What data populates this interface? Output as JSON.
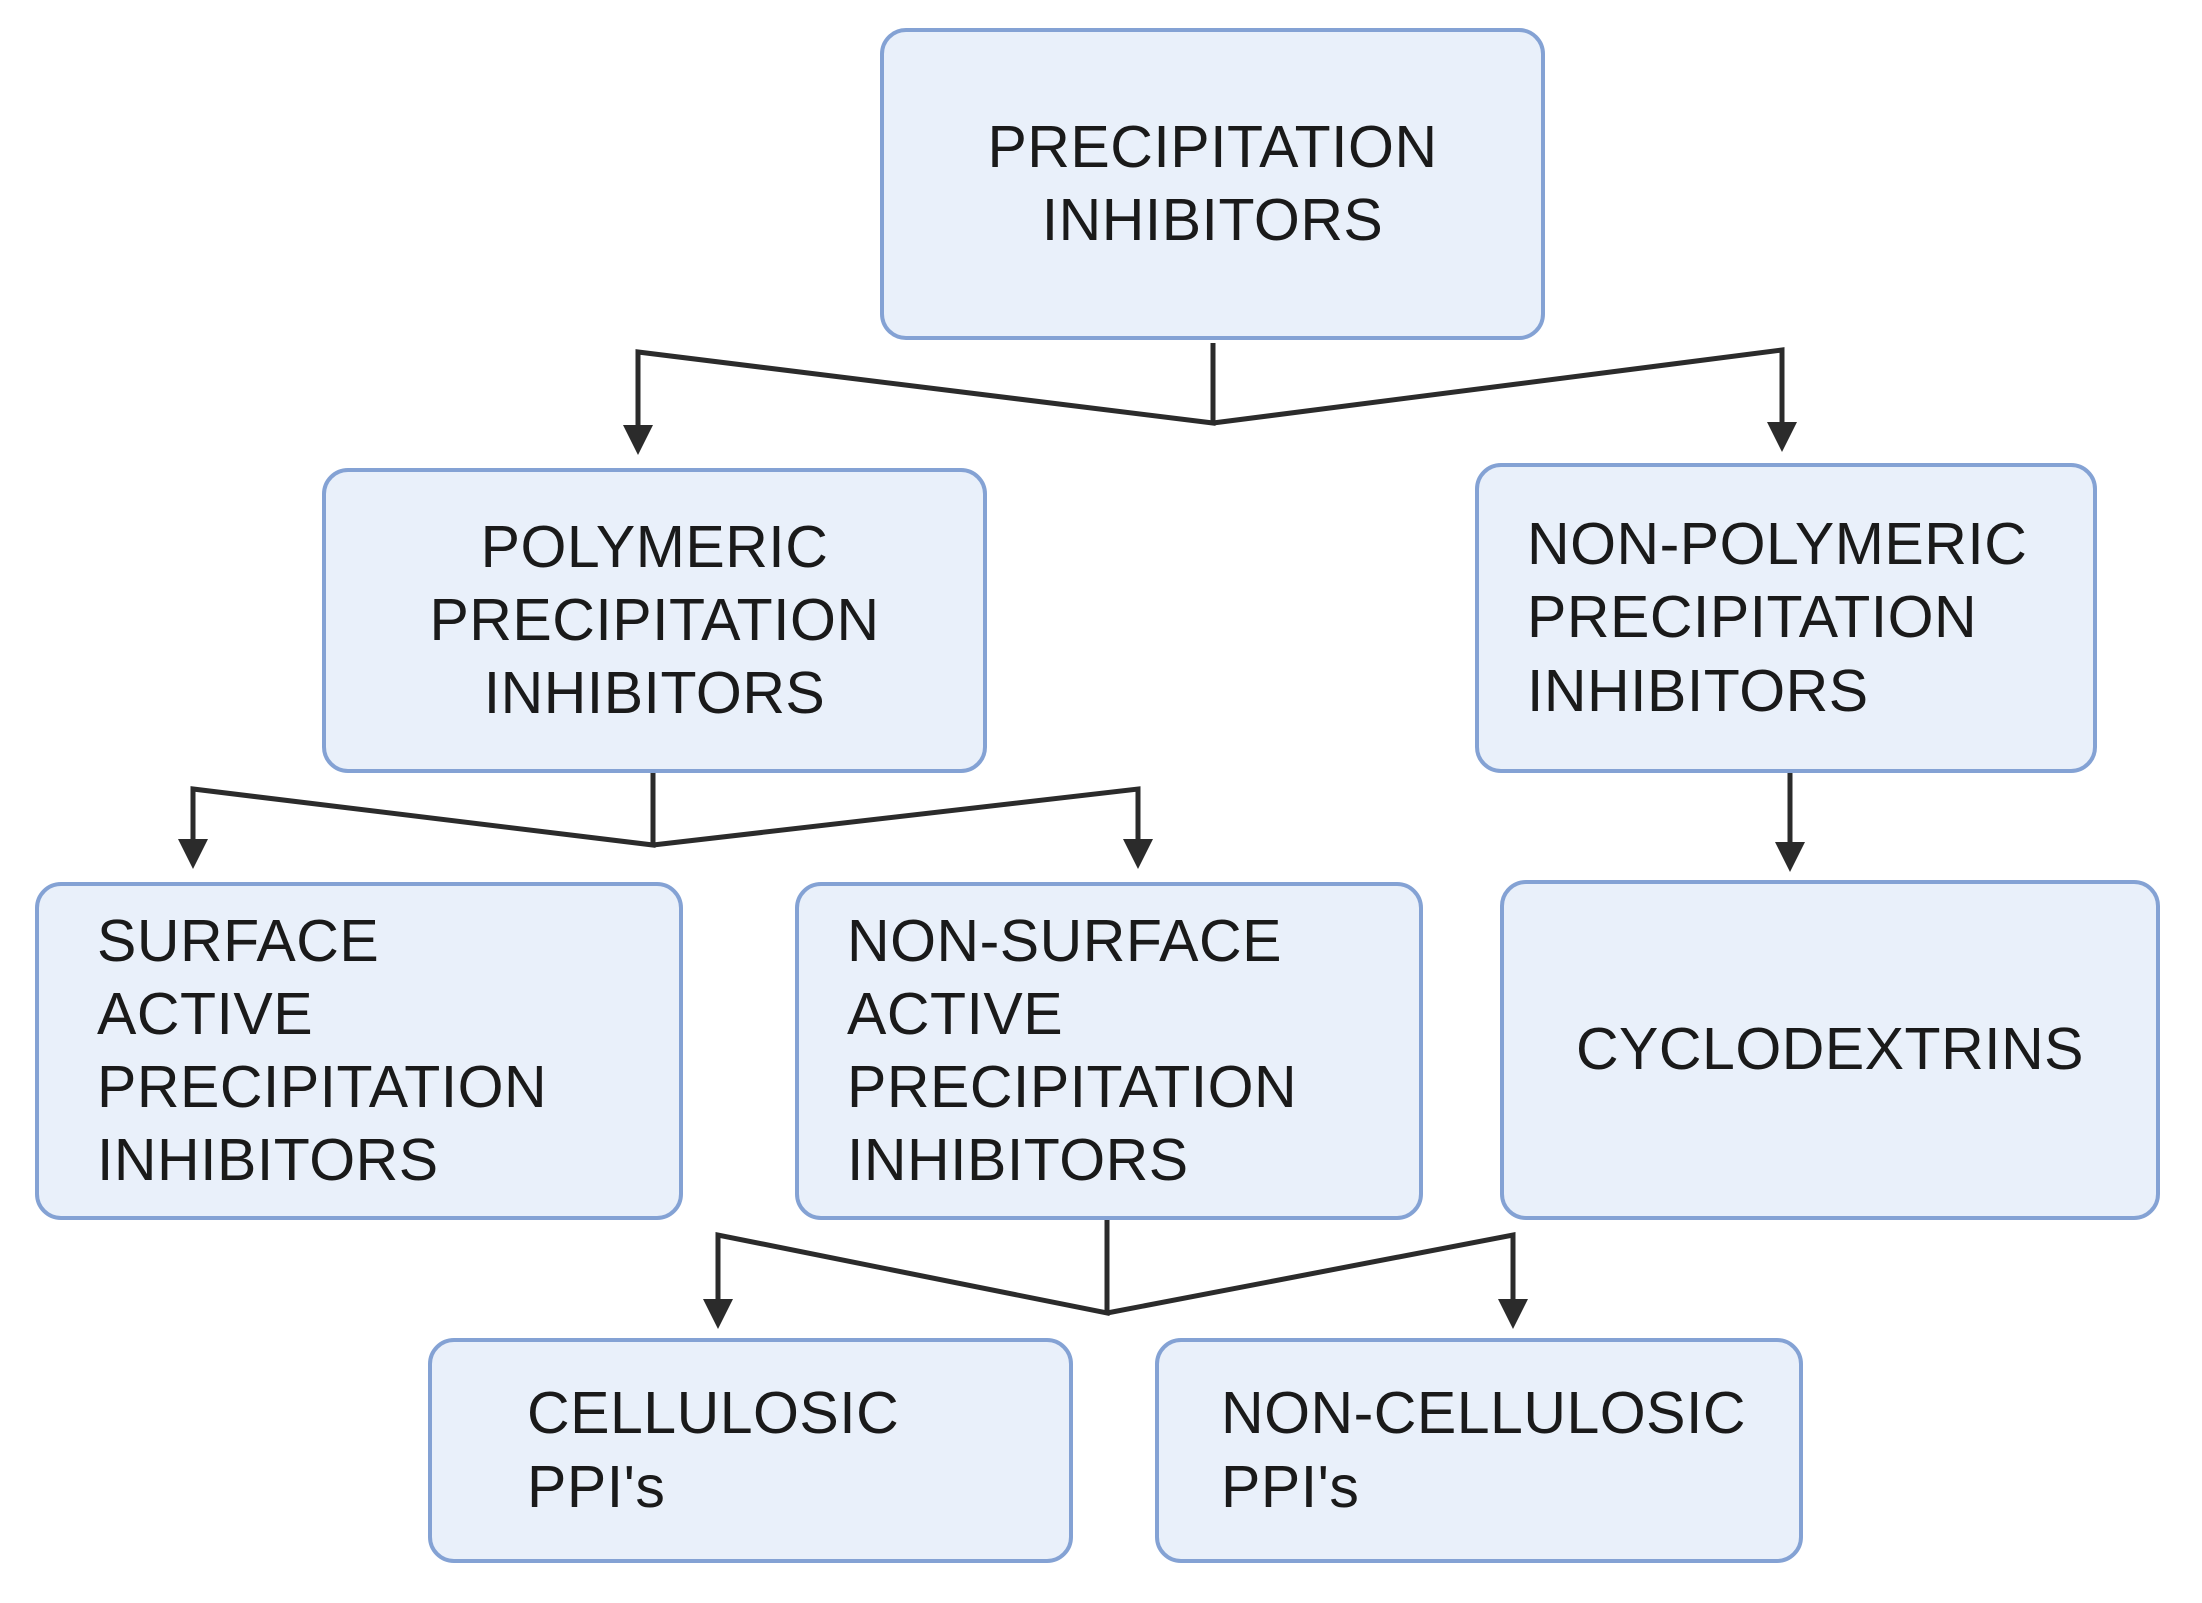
{
  "diagram": {
    "type": "flowchart",
    "colors": {
      "background": "#ffffff",
      "node_fill": "#e9f0fa",
      "node_border": "#84a2d4",
      "text": "#1a1a1a",
      "connector": "#2b2b2b"
    },
    "nodes": [
      {
        "id": "precipitation-inhibitors",
        "lines": [
          "PRECIPITATION",
          "INHIBITORS"
        ]
      },
      {
        "id": "polymeric-precipitation-inhibitors",
        "lines": [
          "POLYMERIC",
          "PRECIPITATION",
          "INHIBITORS"
        ]
      },
      {
        "id": "non-polymeric-precipitation-inhibitors",
        "lines": [
          "NON-POLYMERIC",
          "PRECIPITATION",
          "INHIBITORS"
        ]
      },
      {
        "id": "surface-active-precipitation-inhibitors",
        "lines": [
          "SURFACE",
          "ACTIVE",
          "PRECIPITATION",
          "INHIBITORS"
        ]
      },
      {
        "id": "non-surface-active-precipitation-inhibitors",
        "lines": [
          "NON-SURFACE",
          "ACTIVE",
          "PRECIPITATION",
          "INHIBITORS"
        ]
      },
      {
        "id": "cyclodextrins",
        "lines": [
          "CYCLODEXTRINS"
        ]
      },
      {
        "id": "cellulosic-ppis",
        "lines": [
          "CELLULOSIC",
          "PPI's"
        ]
      },
      {
        "id": "non-cellulosic-ppis",
        "lines": [
          "NON-CELLULOSIC",
          "PPI's"
        ]
      }
    ],
    "edges": [
      {
        "from": "precipitation-inhibitors",
        "to": "polymeric-precipitation-inhibitors"
      },
      {
        "from": "precipitation-inhibitors",
        "to": "non-polymeric-precipitation-inhibitors"
      },
      {
        "from": "polymeric-precipitation-inhibitors",
        "to": "surface-active-precipitation-inhibitors"
      },
      {
        "from": "polymeric-precipitation-inhibitors",
        "to": "non-surface-active-precipitation-inhibitors"
      },
      {
        "from": "non-polymeric-precipitation-inhibitors",
        "to": "cyclodextrins"
      },
      {
        "from": "non-surface-active-precipitation-inhibitors",
        "to": "cellulosic-ppis"
      },
      {
        "from": "non-surface-active-precipitation-inhibitors",
        "to": "non-cellulosic-ppis"
      }
    ]
  }
}
